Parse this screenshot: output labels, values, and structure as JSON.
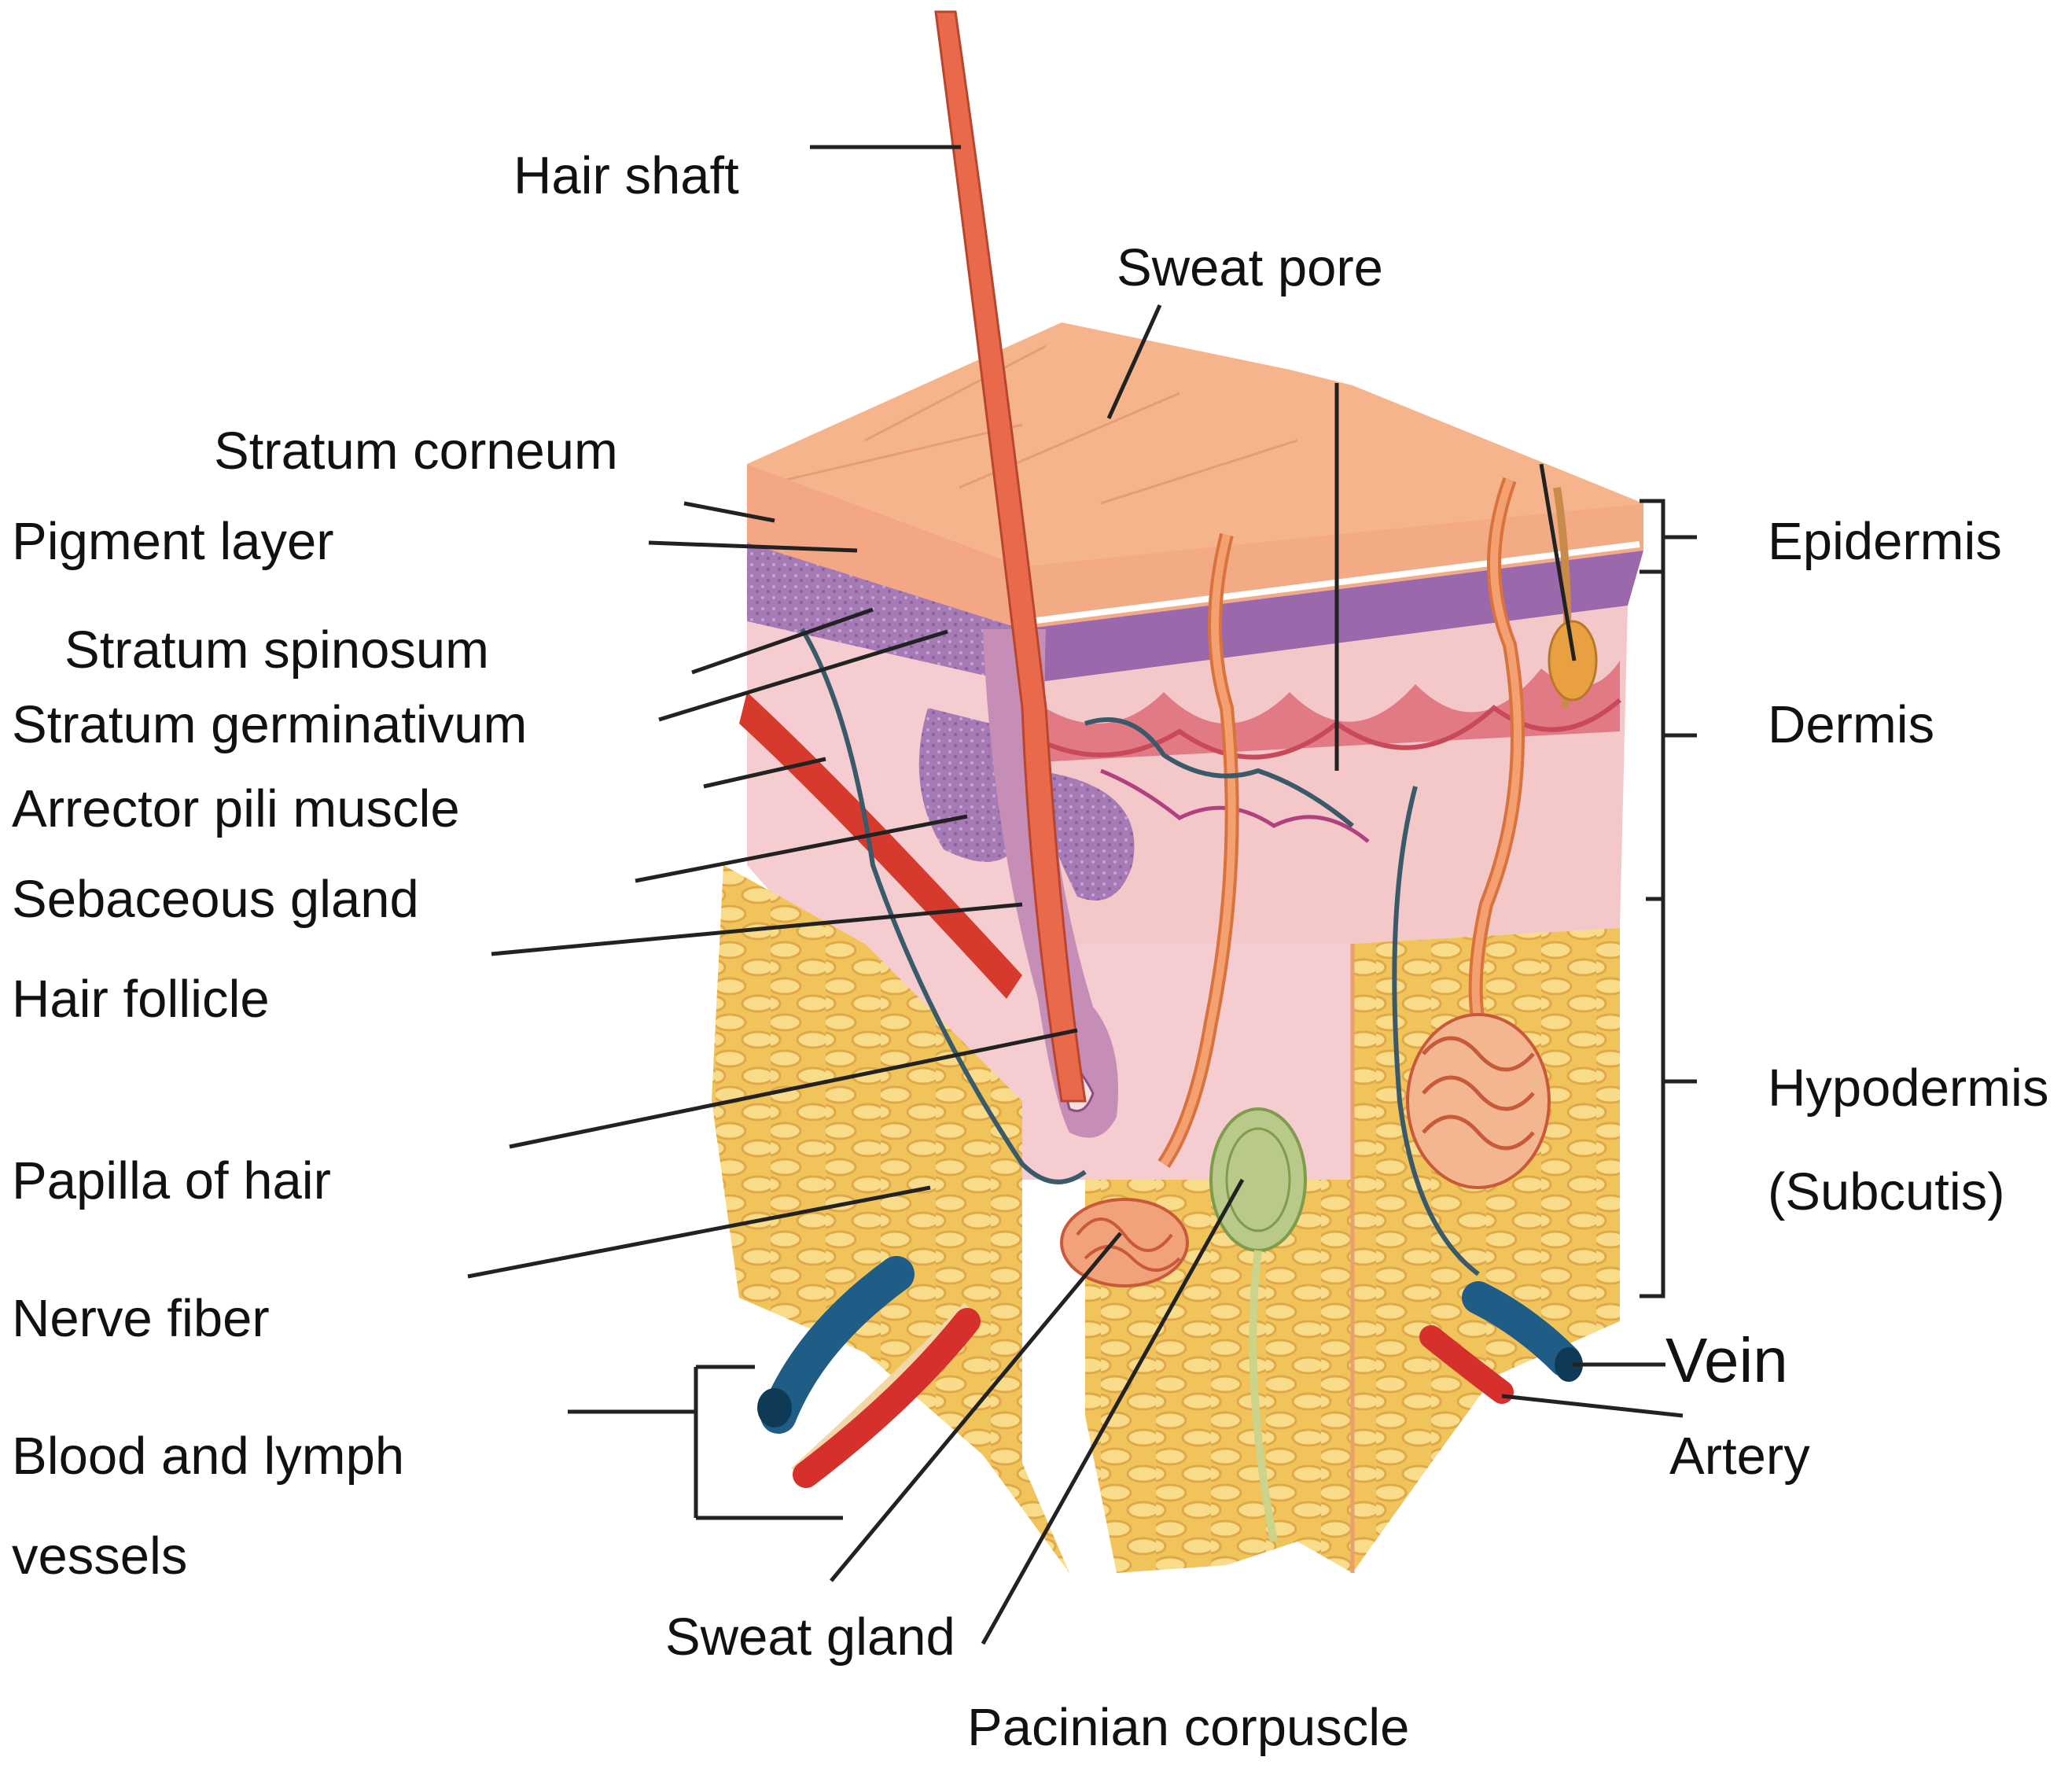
{
  "labels": {
    "hair_shaft": "Hair shaft",
    "sweat_pore": "Sweat pore",
    "stratum_corneum": "Stratum corneum",
    "pigment_layer": "Pigment layer",
    "stratum_spinosum": "Stratum spinosum",
    "stratum_germinativum": "Stratum germinativum",
    "arrector_pili_muscle": "Arrector pili muscle",
    "sebaceous_gland": "Sebaceous gland",
    "hair_follicle": "Hair follicle",
    "papilla_of_hair": "Papilla of hair",
    "nerve_fiber": "Nerve fiber",
    "blood_lymph_line1": "Blood and lymph",
    "blood_lymph_line2": "vessels",
    "sweat_gland": "Sweat gland",
    "pacinian_corpuscle": "Pacinian corpuscle",
    "epidermis": "Epidermis",
    "dermis": "Dermis",
    "hypodermis": "Hypodermis",
    "subcutis": "(Subcutis)",
    "vein": "Vein",
    "artery": "Artery"
  },
  "colors": {
    "skin_top": "#f6b48c",
    "skin_side": "#f2a07a",
    "epidermis_purple": "#a87bb5",
    "dermis_pink": "#f4c1c0",
    "fat_yellow": "#f3cf6a",
    "hair": "#e86a4a",
    "vein_blue": "#1f5d86",
    "artery_red": "#d6302c",
    "nerve": "#3a5a6a",
    "leader": "#222222"
  }
}
